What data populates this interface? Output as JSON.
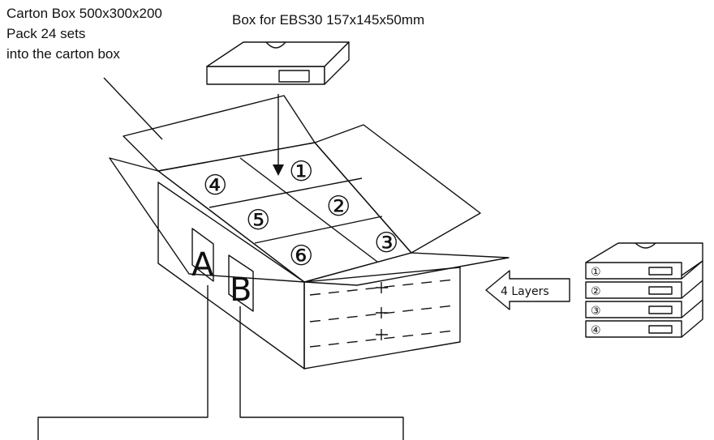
{
  "labels": {
    "carton_line1": "Carton Box 500x300x200",
    "carton_line2": "Pack 24 sets",
    "carton_line3": "into the carton box",
    "unit_box": "Box for EBS30 157x145x50mm",
    "layers": "4 Layers",
    "side_a": "A",
    "side_b": "B"
  },
  "slots": [
    "①",
    "②",
    "③",
    "④",
    "⑤",
    "⑥"
  ],
  "stack_layers": [
    "①",
    "②",
    "③",
    "④"
  ],
  "colors": {
    "stroke": "#111111",
    "background": "#ffffff"
  }
}
